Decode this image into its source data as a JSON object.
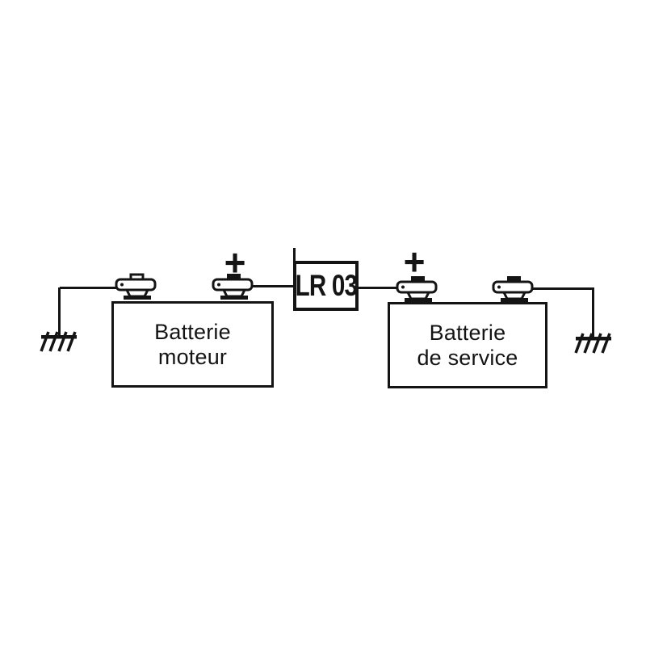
{
  "diagram": {
    "background_color": "#ffffff",
    "line_color": "#141414",
    "relay_box": {
      "label": "LR 03"
    },
    "left_battery": {
      "label_line1": "Batterie",
      "label_line2": "moteur"
    },
    "right_battery": {
      "label_line1": "Batterie",
      "label_line2": "de service"
    },
    "left_positive_terminal": {
      "sign": "+"
    },
    "right_positive_terminal": {
      "sign": "+"
    },
    "icons": {
      "ground_left": "earth-ground-symbol",
      "ground_right": "earth-ground-symbol",
      "terminal_clamps": "battery-terminal-clamp"
    }
  }
}
